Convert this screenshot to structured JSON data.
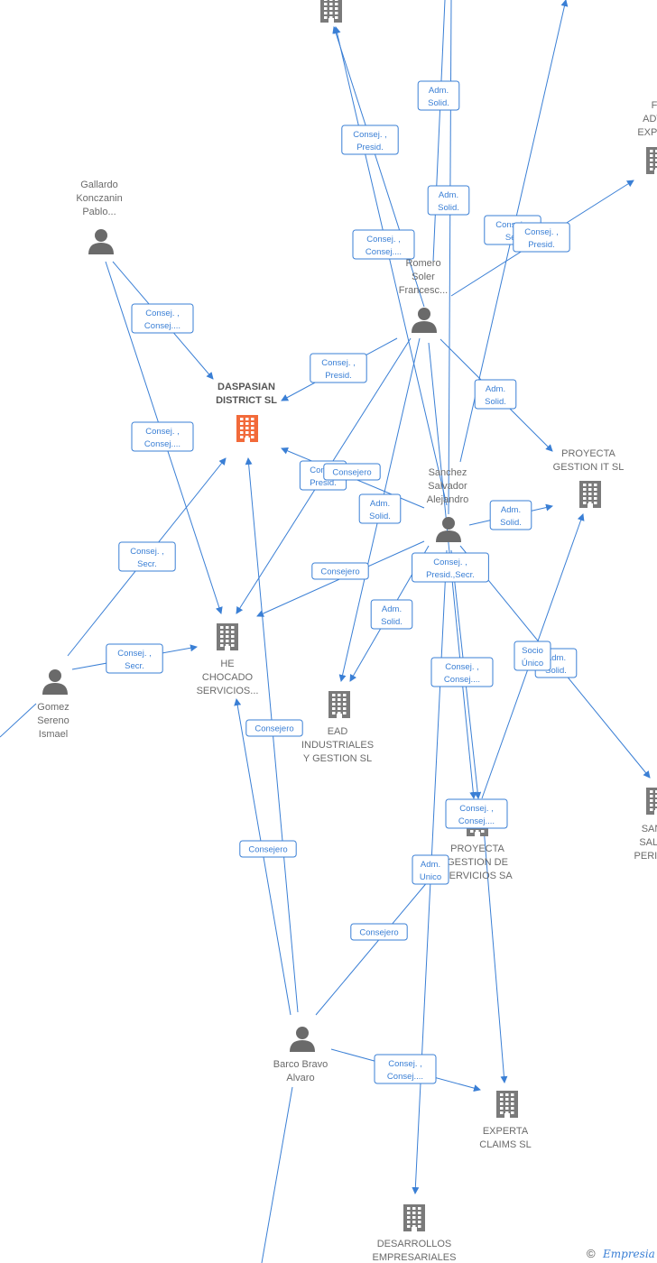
{
  "colors": {
    "edge": "#3a7fd5",
    "company": "#7a7a7a",
    "focus_company": "#f26a3a",
    "person": "#6a6a6a"
  },
  "nodes": [
    {
      "id": "top-company",
      "type": "company",
      "lines": []
    },
    {
      "id": "advisor-exper",
      "type": "company",
      "lines": [
        "F",
        "ADVI",
        "EXPER"
      ]
    },
    {
      "id": "gallardo",
      "type": "person",
      "lines": [
        "Gallardo",
        "Konczanin",
        "Pablo..."
      ]
    },
    {
      "id": "romero",
      "type": "person",
      "lines": [
        "Romero",
        "Soler",
        "Francesc..."
      ]
    },
    {
      "id": "daspasian",
      "type": "focus",
      "lines": [
        "DASPASIAN",
        "DISTRICT  SL"
      ]
    },
    {
      "id": "proyecta-it",
      "type": "company",
      "lines": [
        "PROYECTA",
        "GESTION IT  SL"
      ]
    },
    {
      "id": "sanchez",
      "type": "person",
      "lines": [
        "Sanchez",
        "Salvador",
        "Alejandro"
      ]
    },
    {
      "id": "he-chocado",
      "type": "company",
      "lines": [
        "HE",
        "CHOCADO",
        "SERVICIOS..."
      ]
    },
    {
      "id": "gomez",
      "type": "person",
      "lines": [
        "Gomez",
        "Sereno",
        "Ismael"
      ]
    },
    {
      "id": "ead",
      "type": "company",
      "lines": [
        "EAD",
        "INDUSTRIALES",
        "Y GESTION  SL"
      ]
    },
    {
      "id": "proyecta-sa",
      "type": "company",
      "lines": [
        "PROYECTA",
        "GESTION DE",
        "SERVICIOS SA"
      ]
    },
    {
      "id": "san-sal-perita",
      "type": "company",
      "lines": [
        "SAN",
        "SALV",
        "PERITA"
      ]
    },
    {
      "id": "barco",
      "type": "person",
      "lines": [
        "Barco Bravo",
        "Alvaro"
      ]
    },
    {
      "id": "experta",
      "type": "company",
      "lines": [
        "EXPERTA",
        "CLAIMS  SL"
      ]
    },
    {
      "id": "desarrollos",
      "type": "company",
      "lines": [
        "DESARROLLOS",
        "EMPRESARIALES"
      ]
    }
  ],
  "edge_labels": [
    {
      "id": "e1",
      "lines": [
        "Adm.",
        "Solid."
      ]
    },
    {
      "id": "e2",
      "lines": [
        "Consej. ,",
        "Presid."
      ]
    },
    {
      "id": "e3",
      "lines": [
        "Adm.",
        "Solid."
      ]
    },
    {
      "id": "e4",
      "lines": [
        "Consej. ,",
        "Sec"
      ]
    },
    {
      "id": "e5",
      "lines": [
        "Consej. ,",
        "Presid."
      ]
    },
    {
      "id": "e6",
      "lines": [
        "Consej. ,",
        "Consej...."
      ]
    },
    {
      "id": "e7",
      "lines": [
        "Consej. ,",
        "Consej...."
      ]
    },
    {
      "id": "e8",
      "lines": [
        "Consej. ,",
        "Presid."
      ]
    },
    {
      "id": "e9",
      "lines": [
        "Adm.",
        "Solid."
      ]
    },
    {
      "id": "e10",
      "lines": [
        "Consej. ,",
        "Consej...."
      ]
    },
    {
      "id": "e11",
      "lines": [
        "Consej",
        "Presid."
      ]
    },
    {
      "id": "e12",
      "lines": [
        "Consejero"
      ]
    },
    {
      "id": "e13",
      "lines": [
        "Adm.",
        "Solid."
      ]
    },
    {
      "id": "e14",
      "lines": [
        "Adm.",
        "Solid."
      ]
    },
    {
      "id": "e15",
      "lines": [
        "Consej. ,",
        "Secr."
      ]
    },
    {
      "id": "e16",
      "lines": [
        "Consejero"
      ]
    },
    {
      "id": "e17",
      "lines": [
        "Consej. ,",
        "Presid.,Secr."
      ]
    },
    {
      "id": "e18",
      "lines": [
        "Adm.",
        "Solid."
      ]
    },
    {
      "id": "e19",
      "lines": [
        "Consej. ,",
        "Secr."
      ]
    },
    {
      "id": "e20",
      "lines": [
        "Adm.",
        "Solid."
      ]
    },
    {
      "id": "e21",
      "lines": [
        "Socio",
        "Único"
      ]
    },
    {
      "id": "e22",
      "lines": [
        "Consej. ,",
        "Consej...."
      ]
    },
    {
      "id": "e23",
      "lines": [
        "Consejero"
      ]
    },
    {
      "id": "e24",
      "lines": [
        "Consej. ,",
        "Consej...."
      ]
    },
    {
      "id": "e25",
      "lines": [
        "Consejero"
      ]
    },
    {
      "id": "e26",
      "lines": [
        "Adm.",
        "Unico"
      ]
    },
    {
      "id": "e27",
      "lines": [
        "Consejero"
      ]
    },
    {
      "id": "e28",
      "lines": [
        "Consej. ,",
        "Consej...."
      ]
    }
  ],
  "footer": {
    "copyright": "©",
    "brand": "Empresia"
  }
}
